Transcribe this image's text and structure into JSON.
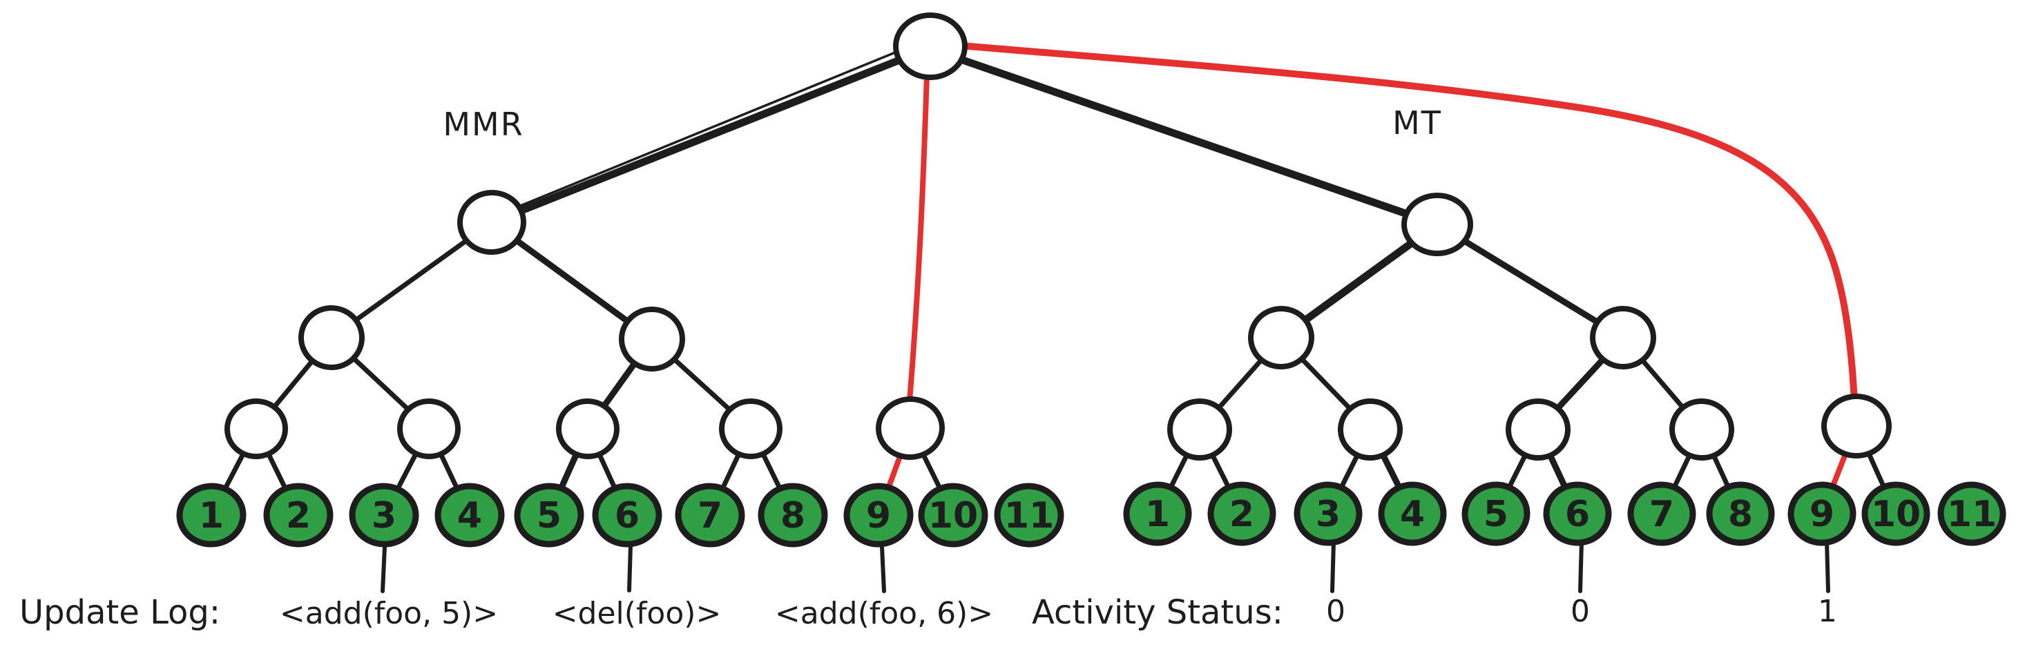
{
  "diagram": {
    "left_tree_label": "MMR",
    "right_tree_label": "MT",
    "leaf_labels_left": [
      "1",
      "2",
      "3",
      "4",
      "5",
      "6",
      "7",
      "8",
      "9",
      "10",
      "11"
    ],
    "leaf_labels_right": [
      "1",
      "2",
      "3",
      "4",
      "5",
      "6",
      "7",
      "8",
      "9",
      "10",
      "11"
    ],
    "update_log": {
      "label": "Update Log:",
      "entries": [
        "<add(foo, 5)>",
        "<del(foo)>",
        "<add(foo, 6)>"
      ]
    },
    "activity_status": {
      "label": "Activity Status:",
      "values": [
        "0",
        "0",
        "1"
      ]
    },
    "colors": {
      "leaf_fill": "#2f9e44",
      "stroke": "#1d1d1d",
      "highlight": "#e53030",
      "background": "#ffffff"
    }
  }
}
